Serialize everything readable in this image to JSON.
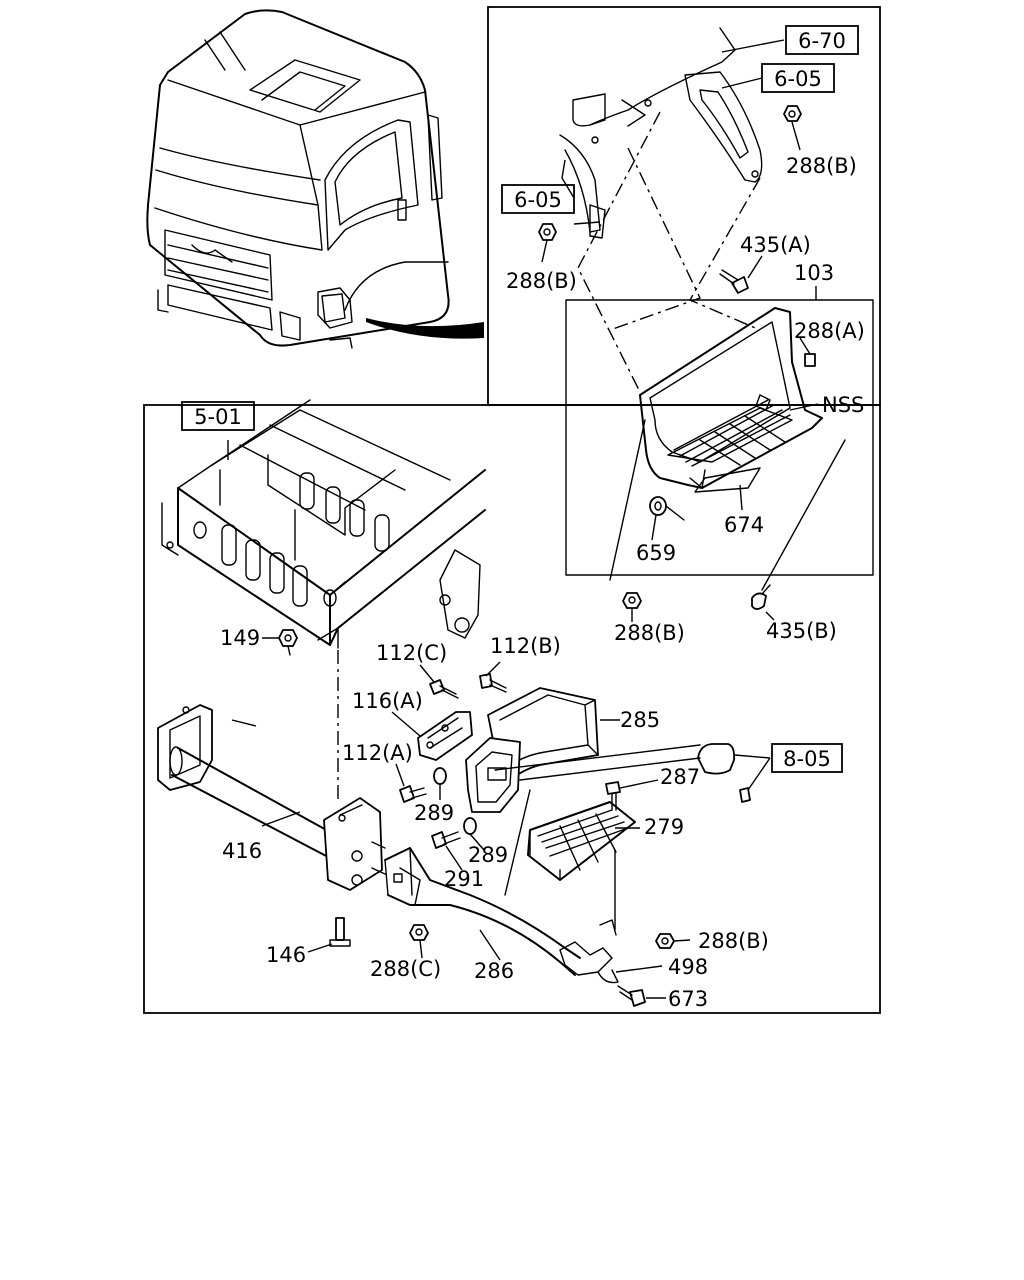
{
  "section_refs": {
    "r670": "6-70",
    "r605a": "6-05",
    "r605b": "6-05",
    "r501": "5-01",
    "r805": "8-05"
  },
  "parts": {
    "p288b_1": "288(B)",
    "p288b_2": "288(B)",
    "p435a": "435(A)",
    "p103": "103",
    "p288a": "288(A)",
    "nss": "NSS",
    "p674": "674",
    "p659": "659",
    "p288b_3": "288(B)",
    "p435b": "435(B)",
    "p149": "149",
    "p112c": "112(C)",
    "p112b": "112(B)",
    "p116a": "116(A)",
    "p285": "285",
    "p112a": "112(A)",
    "p287": "287",
    "p289_1": "289",
    "p279": "279",
    "p416": "416",
    "p289_2": "289",
    "p291": "291",
    "p146": "146",
    "p288c": "288(C)",
    "p286": "286",
    "p288b_4": "288(B)",
    "p498": "498",
    "p673": "673"
  }
}
